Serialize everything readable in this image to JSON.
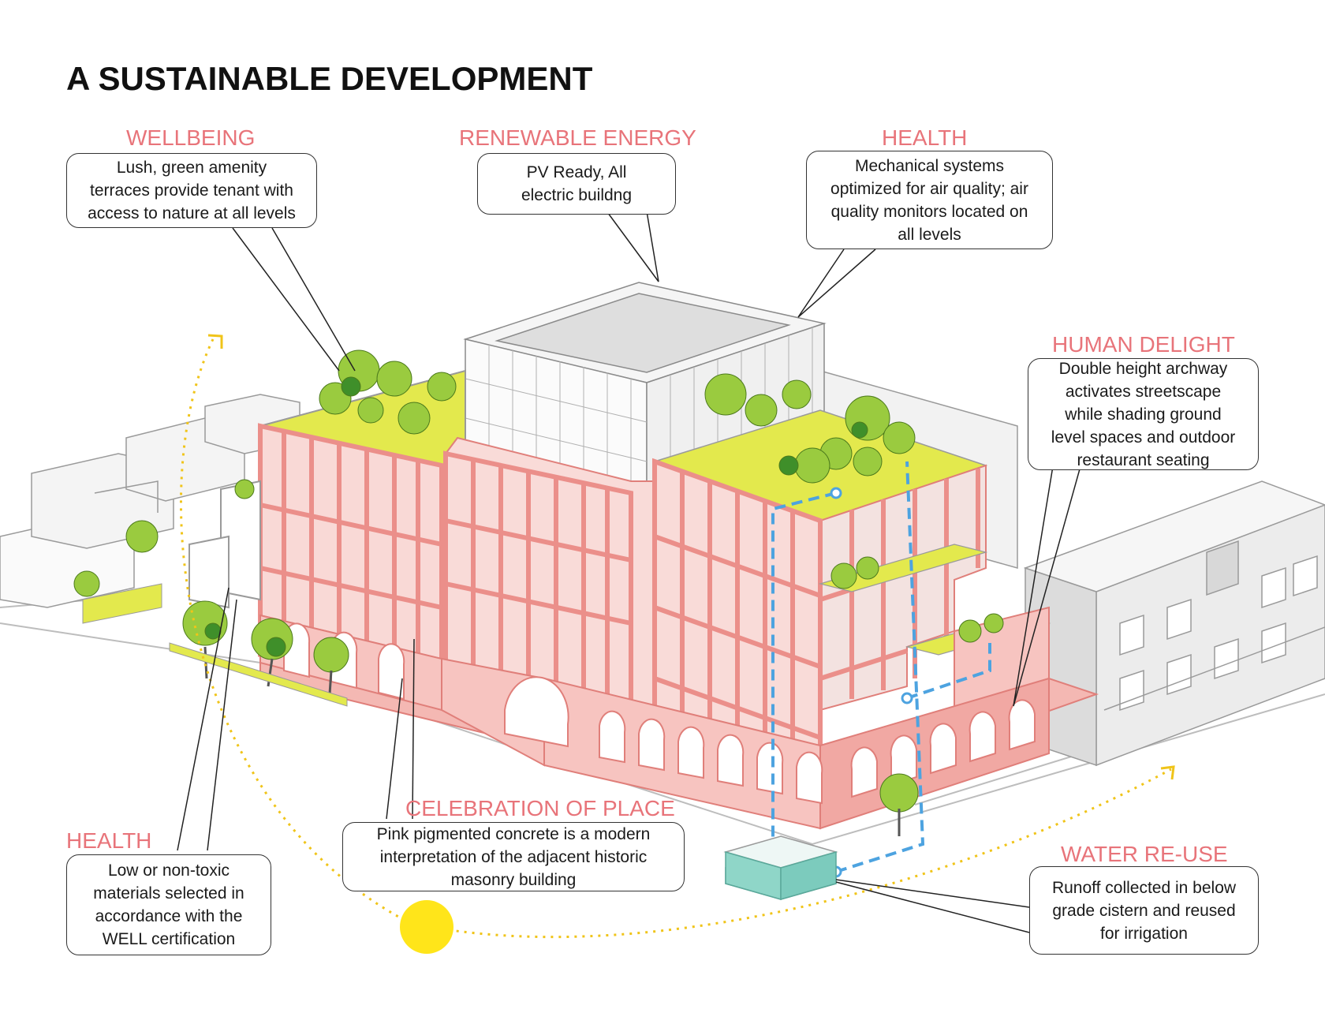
{
  "title": "A SUSTAINABLE DEVELOPMENT",
  "colors": {
    "heading": "#e8747a",
    "pink_facade": "#f7c4c0",
    "pink_frame": "#eb8f8a",
    "roof_green": "#e1e84a",
    "tree_green": "#8fc43c",
    "water_line": "#4da3e0",
    "sun": "#ffe51a",
    "sun_path": "#f0c419",
    "cistern": "#8fd6c8"
  },
  "callouts": {
    "wellbeing": {
      "heading": "WELLBEING",
      "lines": [
        "Lush, green amenity",
        "terraces provide tenant with",
        "access to nature at all levels"
      ]
    },
    "renewable": {
      "heading": "RENEWABLE ENERGY",
      "lines": [
        "PV Ready, All",
        "electric buildng"
      ]
    },
    "health_top": {
      "heading": "HEALTH",
      "lines": [
        "Mechanical systems",
        "optimized for air quality; air",
        "quality monitors located on",
        "all levels"
      ]
    },
    "delight": {
      "heading": "HUMAN DELIGHT",
      "lines": [
        "Double height archway",
        "activates streetscape",
        "while shading ground",
        "level spaces and outdoor",
        "restaurant seating"
      ]
    },
    "place": {
      "heading": "CELEBRATION OF PLACE",
      "lines": [
        "Pink pigmented concrete is a modern",
        "interpretation of the adjacent historic",
        "masonry building"
      ]
    },
    "health_bottom": {
      "heading": "HEALTH",
      "lines": [
        "Low or non-toxic",
        "materials selected in",
        "accordance with the",
        "WELL certification"
      ]
    },
    "water": {
      "heading": "WATER RE-USE",
      "lines": [
        "Runoff collected in below",
        "grade cistern and reused",
        "for irrigation"
      ]
    }
  }
}
